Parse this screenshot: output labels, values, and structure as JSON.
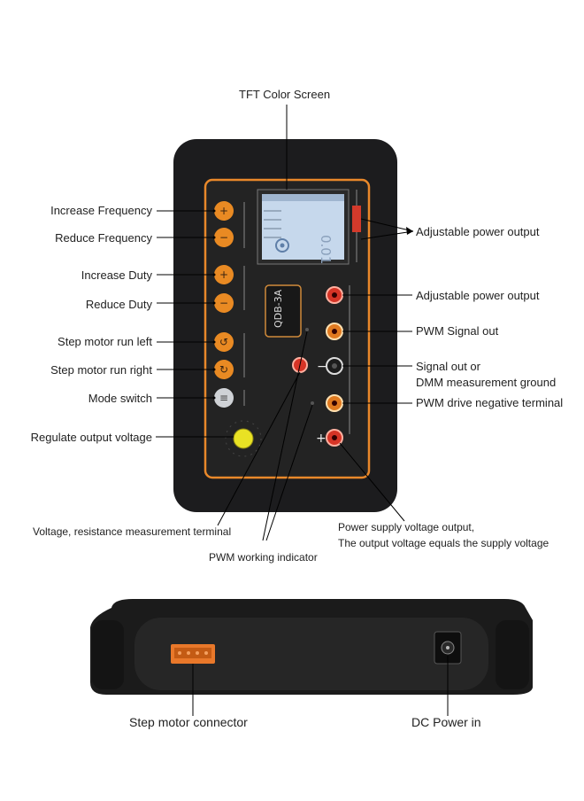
{
  "labels": {
    "tft_screen": "TFT Color  Screen",
    "increase_frequency": "Increase Frequency",
    "reduce_frequency": "Reduce Frequency",
    "increase_duty": "Increase Duty",
    "reduce_duty": "Reduce Duty",
    "step_left": "Step motor run left",
    "step_right": "Step motor run right",
    "mode_switch": "Mode switch",
    "regulate_voltage": "Regulate output voltage",
    "adj_power_1": "Adjustable power output",
    "adj_power_2": "Adjustable power output",
    "pwm_signal_out": "PWM Signal out",
    "signal_out_line1": "Signal out or",
    "signal_out_line2": "DMM measurement ground",
    "pwm_drive_neg": "PWM drive negative terminal",
    "voltage_resistance": "Voltage, resistance measurement terminal",
    "pwm_indicator": "PWM working indicator",
    "power_supply_line1": "Power supply voltage output,",
    "power_supply_line2": "The output voltage equals the supply voltage",
    "step_connector": "Step motor connector",
    "dc_power_in": "DC Power in"
  },
  "device": {
    "model": "QDB-3A",
    "screen_value": "0.01",
    "plus_sign": "+",
    "minus_sign": "−"
  }
}
